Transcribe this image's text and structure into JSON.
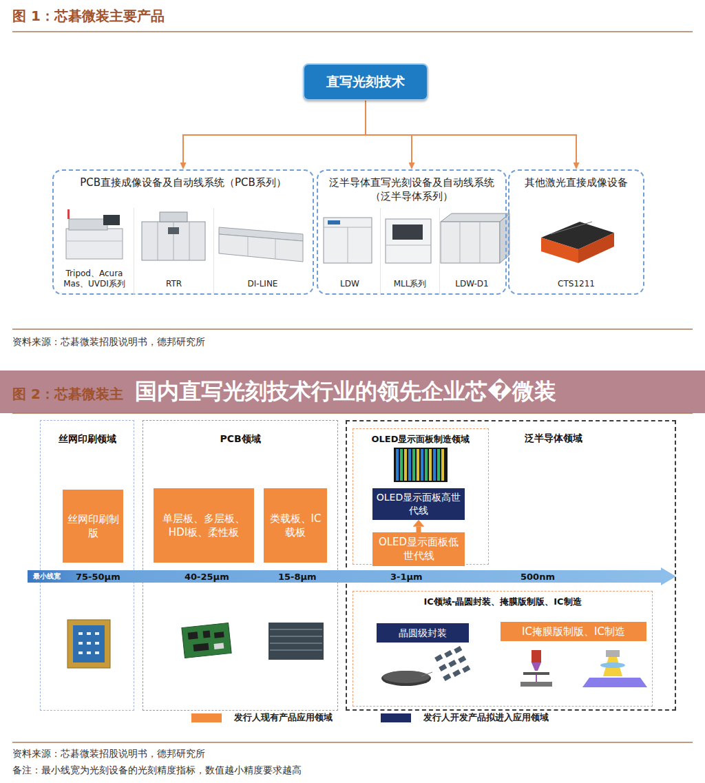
{
  "diagram": {
    "nodes": [
      {
        "text": [
          "直写光刻技术"
        ]
      },
      {
        "text": [
          "PCB直接成像设备及自动线系统（PCB系列）"
        ]
      },
      {
        "text": [
          "Tripod、Acura Mas、UVDI系列"
        ],
        "in": 1
      },
      {
        "text": [
          "RTR"
        ],
        "in": 1
      },
      {
        "text": [
          "DI-LINE"
        ],
        "in": 1
      },
      {
        "text": [
          "泛半导体直写光刻设备及自动线系统 （泛半导体系列）"
        ]
      },
      {
        "text": [
          "LDW"
        ],
        "in": 5
      },
      {
        "text": [
          "MLL系列"
        ],
        "in": 5
      },
      {
        "text": [
          "LDW-D1"
        ],
        "in": 5
      },
      {
        "text": [
          "其他激光直接成像设备"
        ]
      },
      {
        "text": [
          "CTS1211"
        ],
        "in": 9
      },
      {
        "text": [
          "国内直写光刻技术行业的领先企业芯�微装"
        ]
      },
      {
        "text": [
          "丝网印刷领域"
        ]
      },
      {
        "text": [
          "丝网印刷制版"
        ],
        "in": 12
      },
      {
        "text": [
          "PCB领域"
        ]
      },
      {
        "text": [
          "单层板、多层板、HDI板、柔性板"
        ],
        "in": 14
      },
      {
        "text": [
          "类载板、IC载板"
        ],
        "in": 14
      },
      {
        "text": [
          "泛半导体领域"
        ]
      },
      {
        "text": [
          "OLED显示面板制造领域"
        ],
        "in": 17
      },
      {
        "text": [
          "OLED显示面板高世代线"
        ],
        "in": 18
      },
      {
        "text": [
          "OLED显示面板低世代线"
        ],
        "in": 18
      },
      {
        "text": [
          "IC领域-晶圆封装、掩膜版制版、IC制造"
        ],
        "in": 17
      },
      {
        "text": [
          "晶圆级封装"
        ],
        "in": 21
      },
      {
        "text": [
          "IC掩膜版制版、IC制造"
        ],
        "in": 21
      },
      {
        "text": [
          "最小线宽",
          "75-50μm",
          "40-25μm",
          "15-8μm",
          "3-1μm",
          "500nm"
        ]
      }
    ],
    "edges": [
      {
        "from": 0,
        "to": 1,
        "arrow": "to"
      },
      {
        "from": 0,
        "to": 5,
        "arrow": "to"
      },
      {
        "from": 0,
        "to": 9,
        "arrow": "to"
      },
      {
        "from": 20,
        "to": 19,
        "arrow": "to"
      }
    ],
    "labels": [
      "图 1：芯碁微装主要产品",
      "资料来源：芯碁微装招股说明书，德邦研究所",
      "图 2：芯碁微装主",
      "资料来源：芯碁微装招股说明书，德邦研究所",
      "备注：最小线宽为光刻设备的光刻精度指标，数值越小精度要求越高"
    ],
    "legend": [
      {
        "text": "发行人现有产品应用领域",
        "color": "#f38b3f"
      },
      {
        "text": "发行人开发产品拟进入应用领域",
        "color": "#1e2c66"
      }
    ]
  }
}
